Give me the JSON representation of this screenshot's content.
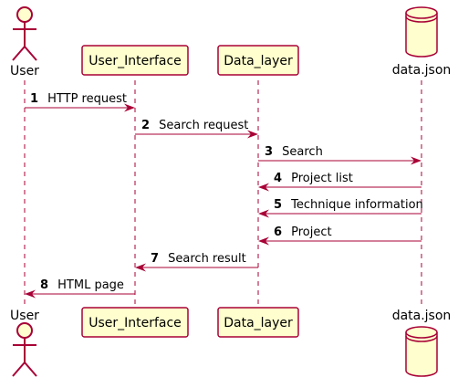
{
  "participants": {
    "user": {
      "label": "User",
      "kind": "actor"
    },
    "ui": {
      "label": "User_Interface",
      "kind": "participant"
    },
    "data_layer": {
      "label": "Data_layer",
      "kind": "participant"
    },
    "data_json": {
      "label": "data.json",
      "kind": "database"
    }
  },
  "messages": [
    {
      "num": "1",
      "text": "HTTP request",
      "from": "user",
      "to": "ui"
    },
    {
      "num": "2",
      "text": "Search request",
      "from": "ui",
      "to": "data_layer"
    },
    {
      "num": "3",
      "text": "Search",
      "from": "data_layer",
      "to": "data_json"
    },
    {
      "num": "4",
      "text": "Project list",
      "from": "data_json",
      "to": "data_layer"
    },
    {
      "num": "5",
      "text": "Technique information",
      "from": "data_json",
      "to": "data_layer"
    },
    {
      "num": "6",
      "text": "Project",
      "from": "data_json",
      "to": "data_layer"
    },
    {
      "num": "7",
      "text": "Search result",
      "from": "data_layer",
      "to": "ui"
    },
    {
      "num": "8",
      "text": "HTML page",
      "from": "ui",
      "to": "user"
    }
  ],
  "colors": {
    "accent": "#a80036",
    "box_fill": "#fefece"
  }
}
